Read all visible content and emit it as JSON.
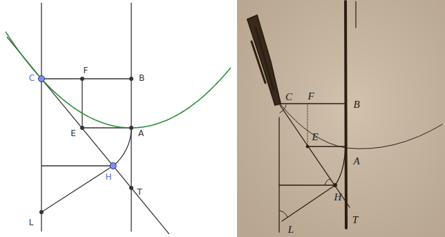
{
  "diagram": {
    "labels": [
      "C",
      "F",
      "B",
      "E",
      "A",
      "H",
      "T",
      "L",
      "C",
      "F",
      "B",
      "E",
      "A",
      "H",
      "T",
      "L"
    ]
  }
}
